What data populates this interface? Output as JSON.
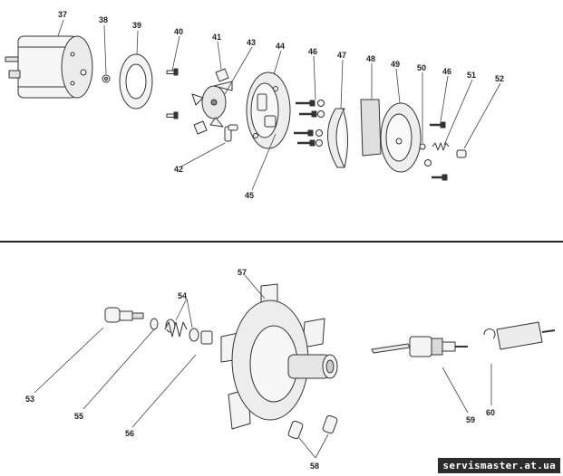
{
  "part_labels": {
    "p37": "37",
    "p38": "38",
    "p39": "39",
    "p40": "40",
    "p41": "41",
    "p42": "42",
    "p43": "43",
    "p44": "44",
    "p45": "45",
    "p46a": "46",
    "p46b": "46",
    "p47": "47",
    "p48": "48",
    "p49": "49",
    "p50": "50",
    "p51": "51",
    "p52": "52",
    "p53": "53",
    "p54": "54",
    "p55": "55",
    "p56": "56",
    "p57": "57",
    "p58": "58",
    "p59": "59",
    "p60": "60"
  },
  "watermark": "servismaster.at.ua"
}
